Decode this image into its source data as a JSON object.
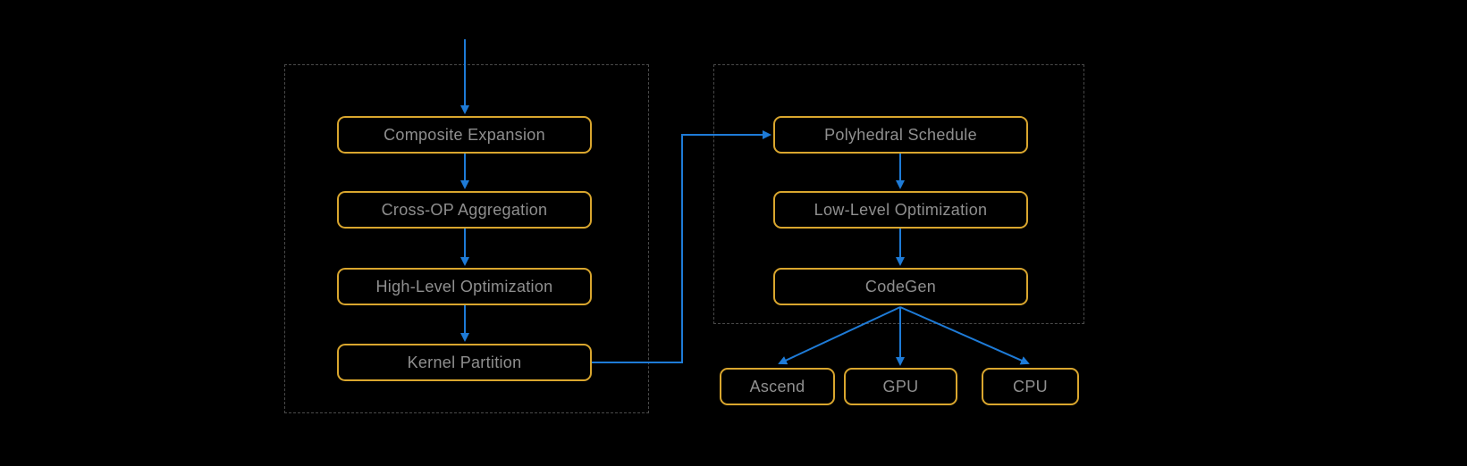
{
  "diagram": {
    "left_group": {
      "nodes": [
        "Composite Expansion",
        "Cross-OP Aggregation",
        "High-Level Optimization",
        "Kernel Partition"
      ]
    },
    "right_group": {
      "nodes": [
        "Polyhedral Schedule",
        "Low-Level Optimization",
        "CodeGen"
      ]
    },
    "backends": [
      "Ascend",
      "GPU",
      "CPU"
    ]
  },
  "colors": {
    "background": "#000000",
    "node_border": "#D9A62E",
    "node_text": "#8F8F8F",
    "arrow": "#1E7BD7",
    "group_border": "#4A4A4A"
  }
}
